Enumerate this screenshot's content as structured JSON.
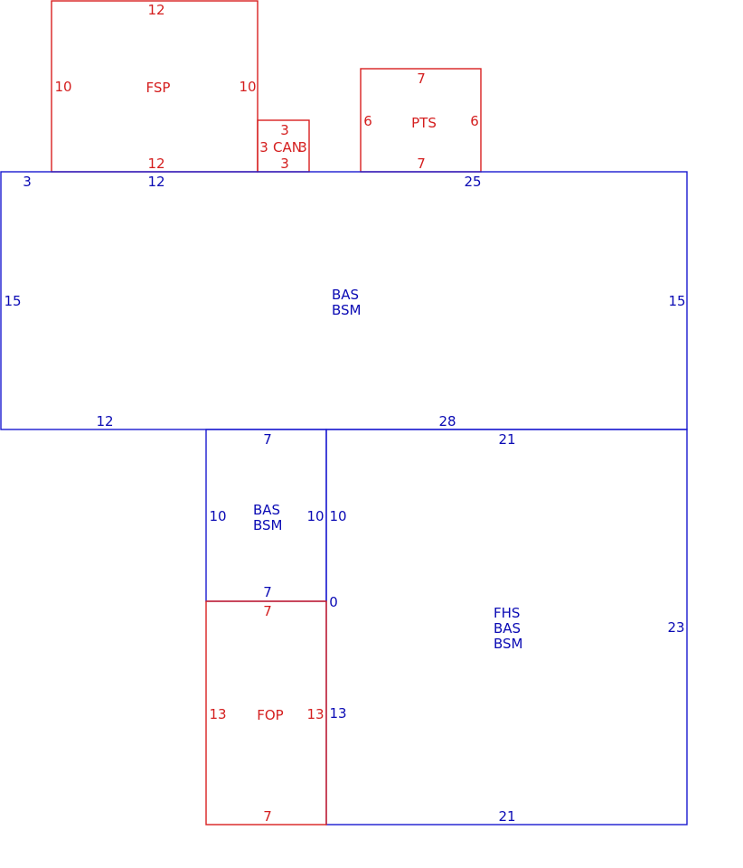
{
  "colors": {
    "blue": "#0a0ab4",
    "red": "#d41e1e"
  },
  "fsp": {
    "label": "FSP",
    "top": "12",
    "left": "10",
    "right": "10",
    "bottom": "12"
  },
  "can": {
    "label": "CAN",
    "top": "3",
    "left": "3",
    "right": "3",
    "bottom": "3"
  },
  "pts": {
    "label": "PTS",
    "top": "7",
    "left": "6",
    "right": "6",
    "bottom": "7"
  },
  "main": {
    "label1": "BAS",
    "label2": "BSM",
    "top_left": "3",
    "top_mid": "12",
    "top_right": "25",
    "left": "15",
    "right": "15",
    "bottom_left": "12",
    "bottom_right": "28"
  },
  "mid": {
    "label1": "BAS",
    "label2": "BSM",
    "top": "7",
    "left": "10",
    "right": "10",
    "bottom": "7"
  },
  "fhs": {
    "label1": "FHS",
    "label2": "BAS",
    "label3": "BSM",
    "top": "21",
    "left_upper": "10",
    "zero": "0",
    "left_lower": "13",
    "right": "23",
    "bottom": "21"
  },
  "fop": {
    "label": "FOP",
    "top": "7",
    "left": "13",
    "right": "13",
    "bottom": "7"
  }
}
